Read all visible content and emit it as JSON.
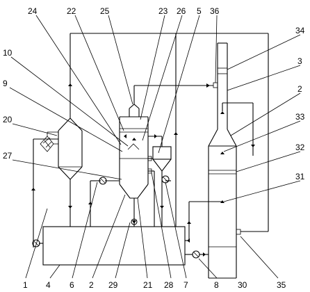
{
  "labels": {
    "l1": "1",
    "l2a": "2",
    "l2b": "2",
    "l3": "3",
    "l4": "4",
    "l5": "5",
    "l6": "6",
    "l7": "7",
    "l8": "8",
    "l9": "9",
    "l10": "10",
    "l20": "20",
    "l21": "21",
    "l22": "22",
    "l23": "23",
    "l24": "24",
    "l25": "25",
    "l26": "26",
    "l27": "27",
    "l28": "28",
    "l29": "29",
    "l30": "30",
    "l31": "31",
    "l32": "32",
    "l33": "33",
    "l34": "34",
    "l35": "35",
    "l36": "36"
  }
}
